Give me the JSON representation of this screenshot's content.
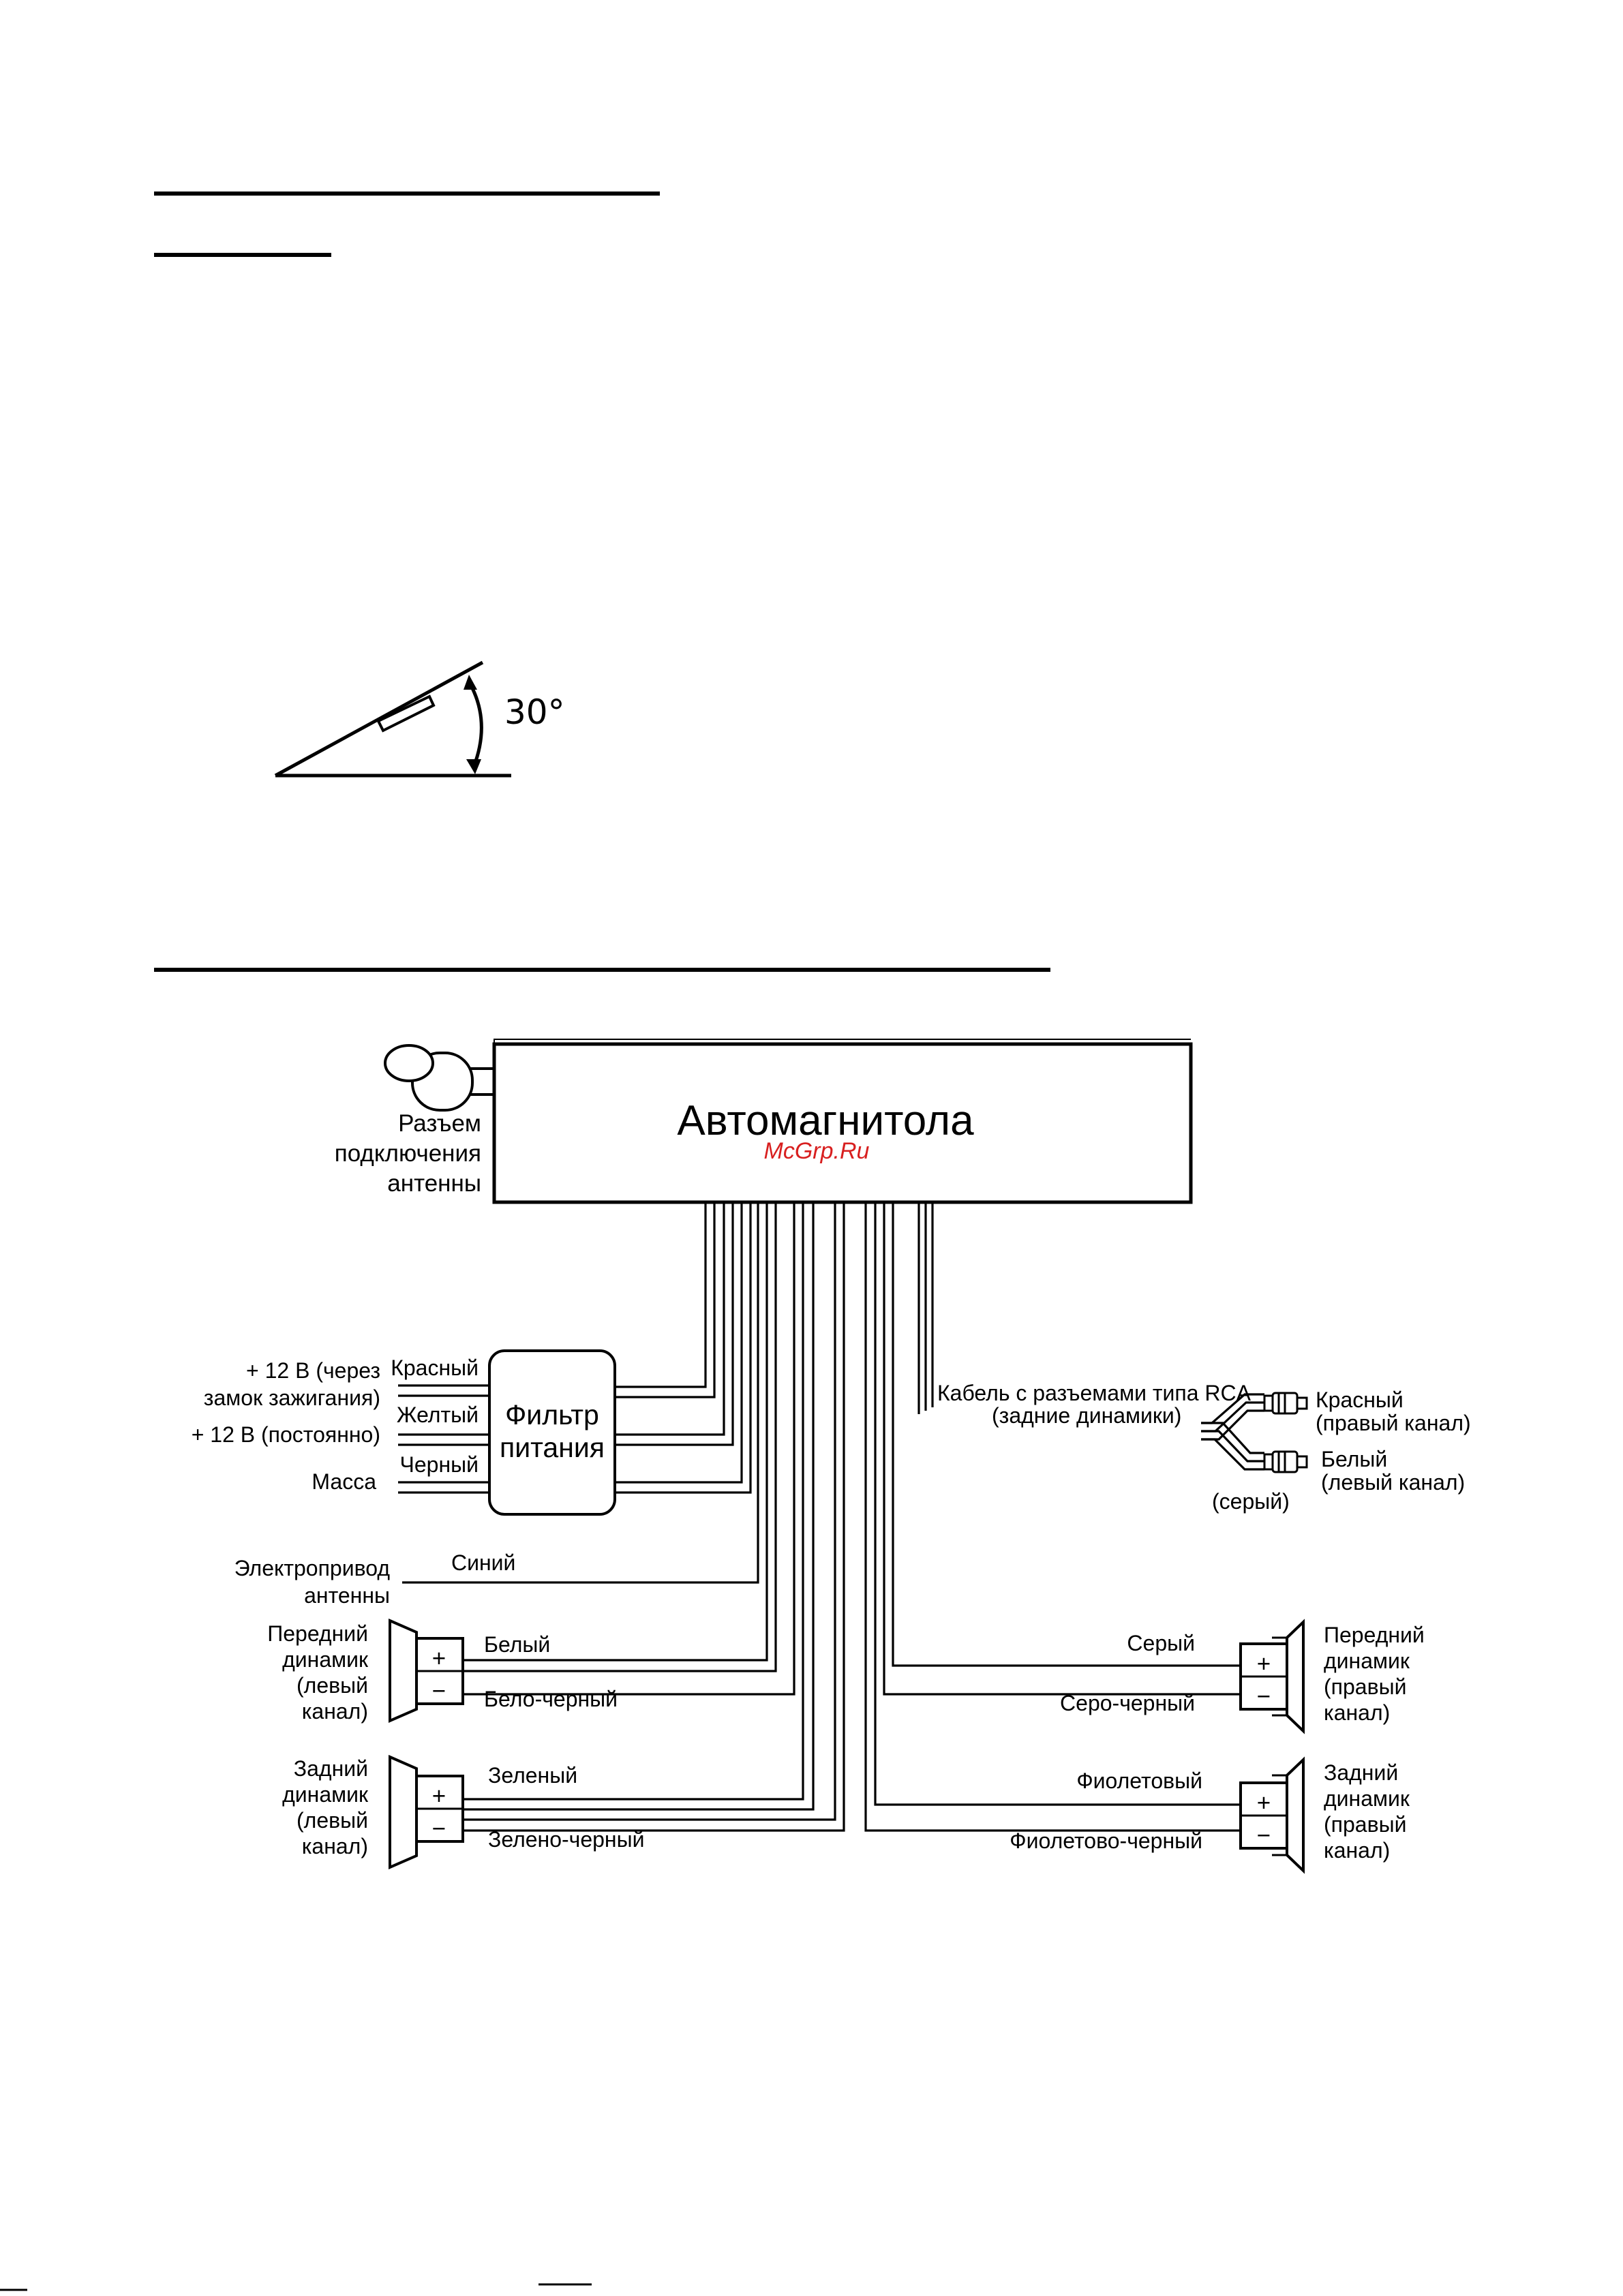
{
  "angle_figure": {
    "angle_label": "30°"
  },
  "unit": {
    "title": "Автомагнитола",
    "watermark": "McGrp.Ru"
  },
  "antenna_connector": {
    "label": [
      "Разъем",
      "подключения",
      "антенны"
    ]
  },
  "power_filter": {
    "label": [
      "Фильтр",
      "питания"
    ]
  },
  "power_inputs": [
    {
      "label": [
        "+ 12 В (через",
        "замок зажигания)"
      ],
      "wire_color": "Красный"
    },
    {
      "label": [
        "+ 12 В (постоянно)"
      ],
      "wire_color": "Желтый"
    },
    {
      "label": [
        "Масса"
      ],
      "wire_color": "Черный"
    }
  ],
  "antenna_drive": {
    "label": [
      "Электропривод",
      "антенны"
    ],
    "wire_color": "Синий"
  },
  "rca_cable": {
    "label": [
      "Кабель с разъемами типа RCA",
      "(задние динамики)"
    ],
    "right_plug": [
      "Красный",
      "(правый канал)"
    ],
    "left_plug": [
      "Белый",
      "(левый канал)"
    ],
    "gray_note": "(серый)"
  },
  "speakers": {
    "front_left": {
      "label": [
        "Передний",
        "динамик",
        "(левый",
        "канал)"
      ],
      "plus_wire": "Белый",
      "minus_wire": "Бело-черный"
    },
    "rear_left": {
      "label": [
        "Задний",
        "динамик",
        "(левый",
        "канал)"
      ],
      "plus_wire": "Зеленый",
      "minus_wire": "Зелено-черный"
    },
    "front_right": {
      "label": [
        "Передний",
        "динамик",
        "(правый",
        "канал)"
      ],
      "plus_wire": "Серый",
      "minus_wire": "Серо-черный"
    },
    "rear_right": {
      "label": [
        "Задний",
        "динамик",
        "(правый",
        "канал)"
      ],
      "plus_wire": "Фиолетовый",
      "minus_wire": "Фиолетово-черный"
    }
  },
  "terminal_symbols": {
    "plus": "+",
    "minus": "−"
  }
}
